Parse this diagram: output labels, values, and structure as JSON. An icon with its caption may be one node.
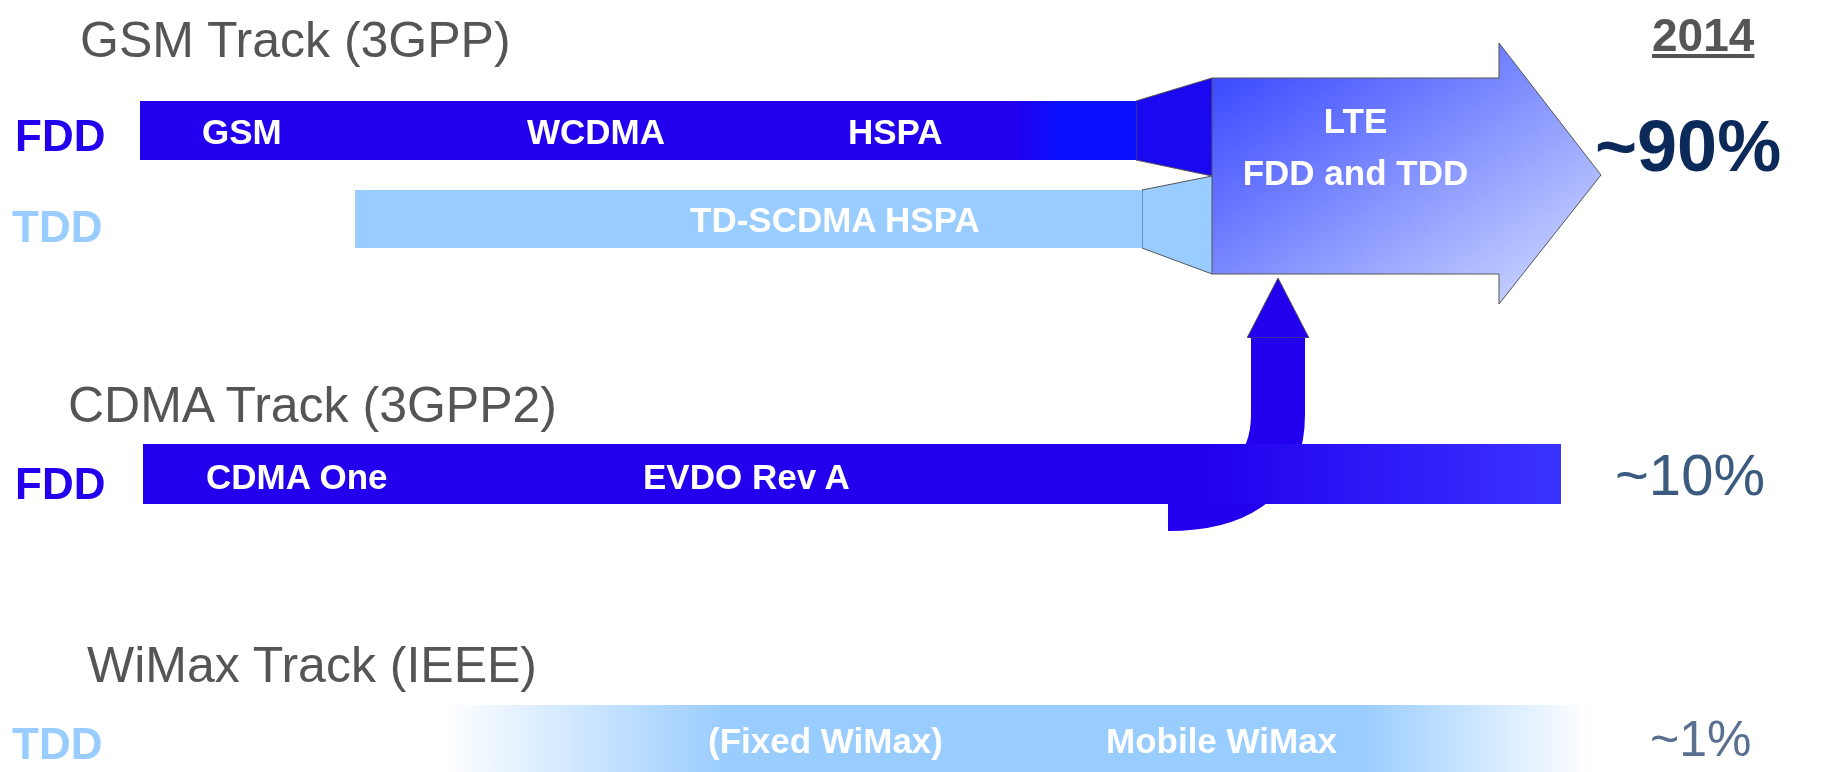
{
  "diagram": {
    "nodes": [
      {
        "text": [
          "GSM",
          "WCDMA",
          "HSPA"
        ]
      },
      {
        "text": [
          "TD-SCDMA HSPA"
        ]
      },
      {
        "text": [
          "LTE",
          "FDD and TDD"
        ]
      },
      {
        "text": [
          "CDMA One",
          "EVDO Rev A"
        ]
      },
      {
        "text": [
          "(Fixed WiMax)",
          "Mobile WiMax"
        ]
      }
    ],
    "edges": [
      {
        "from": 0,
        "to": 2,
        "arrow": "none"
      },
      {
        "from": 1,
        "to": 2,
        "arrow": "none"
      },
      {
        "from": 3,
        "to": 2,
        "arrow": "to"
      }
    ],
    "labels": [
      "GSM Track (3GPP)",
      "2014",
      "FDD",
      "~90%",
      "TDD",
      "CDMA Track (3GPP2)",
      "FDD",
      "~10%",
      "WiMax Track (IEEE)",
      "TDD",
      "~1%"
    ]
  }
}
